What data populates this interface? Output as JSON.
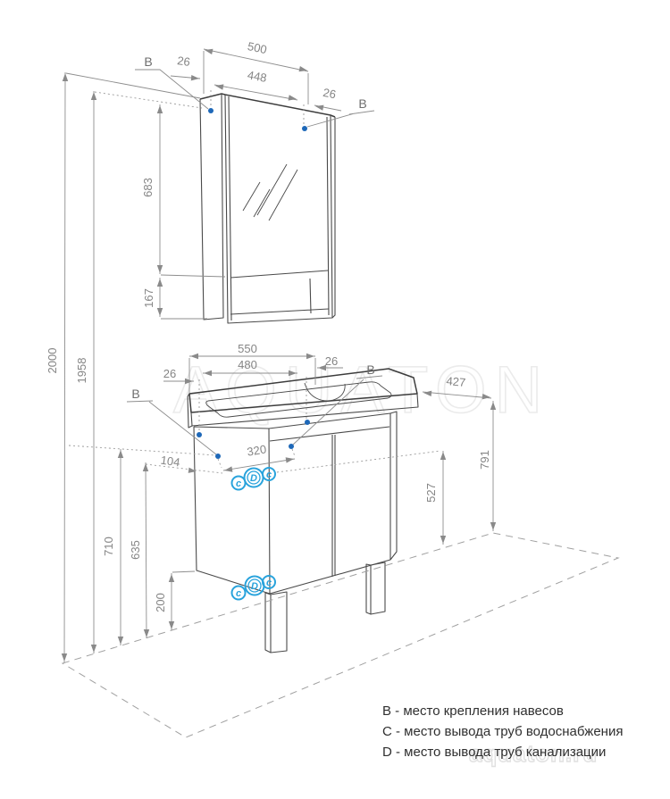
{
  "drawing": {
    "mirror_cabinet": {
      "width": "500",
      "mount_span": "448",
      "offset_left": "26",
      "offset_right": "26",
      "door_height": "683",
      "shelf_height": "167",
      "marker_left": "B",
      "marker_right": "B"
    },
    "overall": {
      "total_height": "2000",
      "mirror_mount_height": "1958"
    },
    "vanity": {
      "width": "550",
      "mount_span": "480",
      "offset_left": "26",
      "offset_right": "26",
      "depth": "427",
      "counter_height": "791",
      "pipes_height": "527",
      "pipes_span": "320",
      "pipes_offset": "104",
      "lower_mount_height": "710",
      "cabinet_bottom_height": "635",
      "leg_height": "200",
      "marker_left": "B",
      "marker_right": "B"
    },
    "pipes": {
      "water": "c",
      "drain": "D"
    }
  },
  "legend": {
    "b": "B - место крепления навесов",
    "c": "C - место вывода труб водоснабжения",
    "d": "D - место вывода труб канализации"
  },
  "watermark": {
    "brand": "AQUATON",
    "site": "aquaton.ru"
  },
  "colors": {
    "marker_blue": "#29a3dc",
    "dot_blue": "#1e68b8",
    "line_dark": "#4a4a4a",
    "dim_gray": "#8e8e8e"
  }
}
